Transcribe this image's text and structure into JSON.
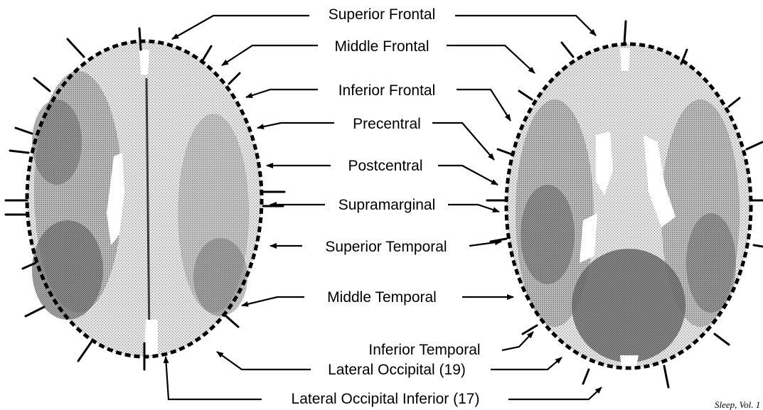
{
  "figure": {
    "labels": {
      "superior_frontal": "Superior Frontal",
      "middle_frontal": "Middle Frontal",
      "inferior_frontal": "Inferior Frontal",
      "precentral": "Precentral",
      "postcentral": "Postcentral",
      "supramarginal": "Supramarginal",
      "superior_temporal": "Superior Temporal",
      "middle_temporal": "Middle Temporal",
      "inferior_temporal": "Inferior Temporal",
      "lateral_occipital": "Lateral Occipital (19)",
      "lateral_occipital_inferior": "Lateral Occipital Inferior (17)"
    },
    "caption": "Sleep, Vol. 1"
  },
  "colors": {
    "ink": "#000000",
    "tissue_light": "#d8d8d8",
    "tissue_mid": "#a8a8a8",
    "tissue_dark": "#6a6a6a",
    "ventricle": "#ffffff"
  }
}
